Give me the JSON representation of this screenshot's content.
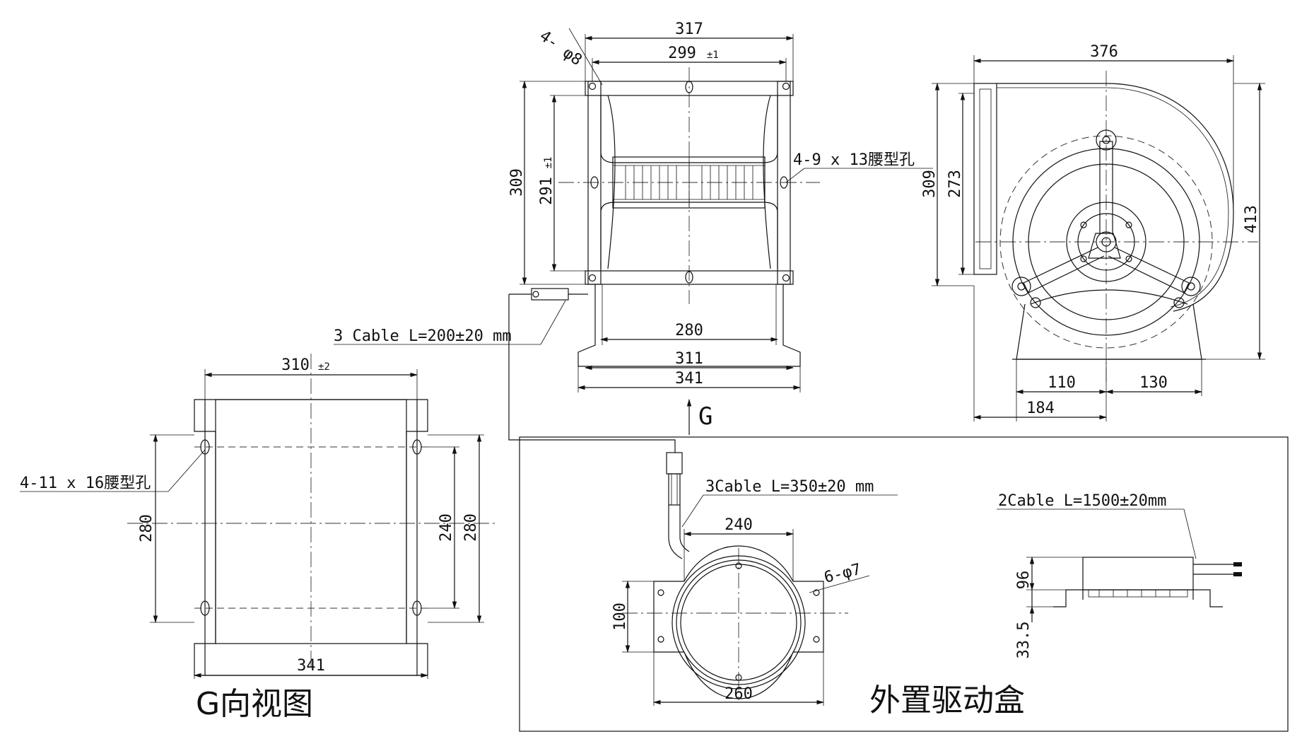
{
  "front_view": {
    "dims": {
      "w317": "317",
      "w299": "299",
      "w299_tol": "±1",
      "h309": "309",
      "h291": "291",
      "h291_tol": "±1",
      "w280": "280",
      "w311": "311",
      "w341": "341"
    },
    "note_holes_8": "4-",
    "note_phi_8": "φ8",
    "note_slots": "4-9 x 13腰型孔",
    "note_cable": "3 Cable L=200±20 mm",
    "arrow_label": "G"
  },
  "side_view": {
    "dims": {
      "w376": "376",
      "h309": "309",
      "h273": "273",
      "h413": "413",
      "b110": "110",
      "b130": "130",
      "b184": "184"
    }
  },
  "g_view": {
    "title": "G向视图",
    "dims": {
      "w310": "310",
      "w310_tol": "±2",
      "h280_left": "280",
      "h240": "240",
      "h280_right": "280",
      "w341": "341"
    },
    "note_slots": "4-11 x 16腰型孔"
  },
  "driver_box": {
    "title": "外置驱动盒",
    "cable_3": "3Cable L=350±20 mm",
    "cable_2": "2Cable L=1500±20mm",
    "dims": {
      "w240": "240",
      "w260": "260",
      "h100": "100",
      "holes": "6-φ7",
      "h96": "96",
      "h33": "33.5"
    }
  }
}
